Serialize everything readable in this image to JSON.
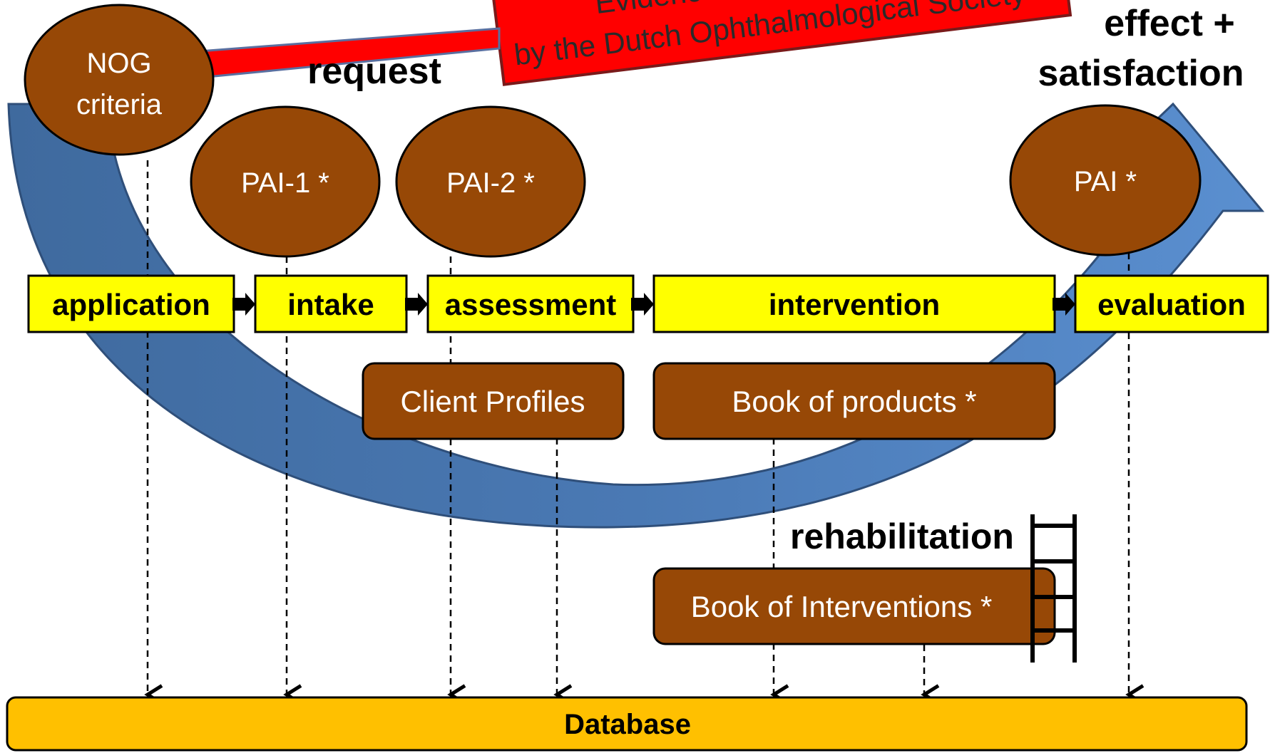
{
  "banner": {
    "line1": "Evidence based guideline",
    "line2": "by the Dutch Ophthalmological Society"
  },
  "labels": {
    "request": "request",
    "effect_line1": "effect +",
    "effect_line2": "satisfaction",
    "rehabilitation": "rehabilitation"
  },
  "ellipses": {
    "nog_line1": "NOG",
    "nog_line2": "criteria",
    "pai1": "PAI-1 *",
    "pai2": "PAI-2 *",
    "pai": "PAI *"
  },
  "steps": {
    "application": "application",
    "intake": "intake",
    "assessment": "assessment",
    "intervention": "intervention",
    "evaluation": "evaluation"
  },
  "resources": {
    "client_profiles": "Client Profiles",
    "book_of_products": "Book of products *",
    "book_of_interventions": "Book of Interventions *"
  },
  "database": {
    "label": "Database"
  },
  "colors": {
    "brown": "#974806",
    "yellow": "#ffff00",
    "gold": "#ffc000",
    "blue": "#4f81bd",
    "red": "#ff0000"
  },
  "icons": [
    "ladder-icon",
    "step-arrow-icon",
    "dashed-arrow-icon"
  ]
}
